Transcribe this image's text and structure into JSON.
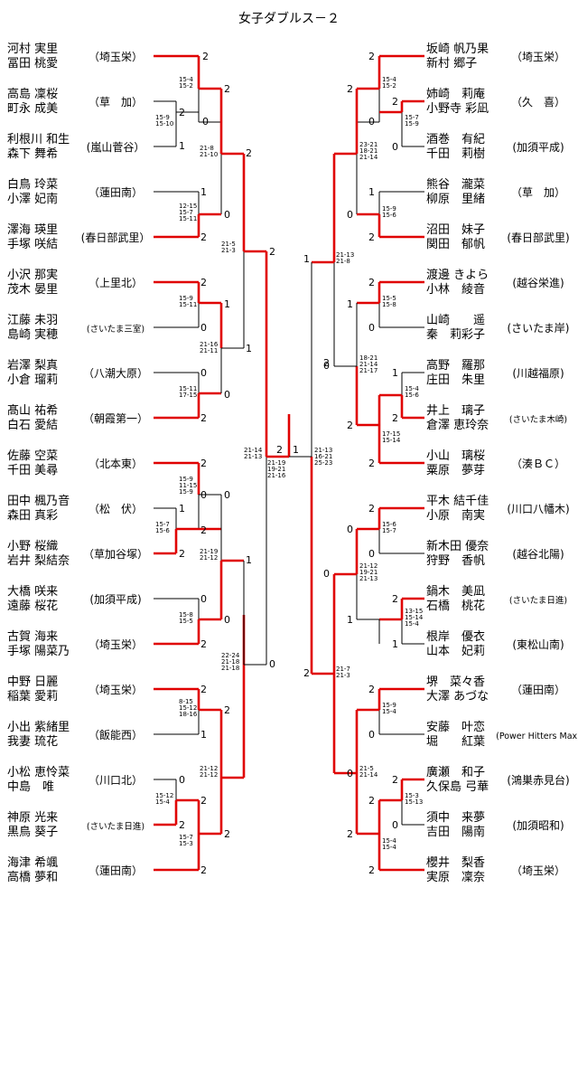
{
  "title": "女子ダブルス－２",
  "left_pairs": [
    {
      "p1": "河村 実里",
      "p2": "冨田 桃愛",
      "school": "（埼玉栄）"
    },
    {
      "p1": "高島 凜桜",
      "p2": "町永 成美",
      "school": "（草　加）"
    },
    {
      "p1": "利根川 和生",
      "p2": "森下 舞希",
      "school": "(嵐山菅谷）"
    },
    {
      "p1": "白鳥 玲菜",
      "p2": "小澤 妃南",
      "school": "（蓮田南）"
    },
    {
      "p1": "澤海 瑛里",
      "p2": "手塚 咲結",
      "school": "(春日部武里）"
    },
    {
      "p1": "小沢 那実",
      "p2": "茂木 晏里",
      "school": "（上里北）"
    },
    {
      "p1": "江藤 未羽",
      "p2": "島崎 実穂",
      "school": "(さいたま三室)"
    },
    {
      "p1": "岩澤 梨真",
      "p2": "小倉 瑠莉",
      "school": "（八潮大原）"
    },
    {
      "p1": "髙山 祐希",
      "p2": "白石 愛結",
      "school": "（朝霞第一）"
    },
    {
      "p1": "佐藤 空菜",
      "p2": "千田 美尋",
      "school": "（北本東）"
    },
    {
      "p1": "田中 楓乃音",
      "p2": "森田 真彩",
      "school": "（松　伏）"
    },
    {
      "p1": "小野 桜織",
      "p2": "岩井 梨結奈",
      "school": "（草加谷塚）"
    },
    {
      "p1": "大橋 咲来",
      "p2": "遠藤 桜花",
      "school": "(加須平成)"
    },
    {
      "p1": "古賀 海来",
      "p2": "手塚 陽菜乃",
      "school": "（埼玉栄）"
    },
    {
      "p1": "中野 日麗",
      "p2": "稲葉 愛莉",
      "school": "（埼玉栄）"
    },
    {
      "p1": "小出 紫緒里",
      "p2": "我妻 琉花",
      "school": "（飯能西）"
    },
    {
      "p1": "小松 恵怜菜",
      "p2": "中島　唯",
      "school": "（川口北）"
    },
    {
      "p1": "神原 光来",
      "p2": "黒鳥 葵子",
      "school": "(さいたま日進)"
    },
    {
      "p1": "海津 希颯",
      "p2": "高橋 夢和",
      "school": "（蓮田南）"
    }
  ],
  "right_pairs": [
    {
      "p1": "坂崎 帆乃果",
      "p2": "新村 郷子",
      "school": "（埼玉栄）"
    },
    {
      "p1": "姉崎　莉庵",
      "p2": "小野寺 彩凪",
      "school": "（久　喜）"
    },
    {
      "p1": "酒巻　有紀",
      "p2": "千田　莉樹",
      "school": "(加須平成)"
    },
    {
      "p1": "熊谷　瀧菜",
      "p2": "柳原　里緒",
      "school": "（草　加）"
    },
    {
      "p1": "沼田　妹子",
      "p2": "関田　郁帆",
      "school": "(春日部武里)"
    },
    {
      "p1": "渡邊 きよら",
      "p2": "小林　綾音",
      "school": "(越谷栄進)"
    },
    {
      "p1": "山崎　　遥",
      "p2": "秦　莉彩子",
      "school": "(さいたま岸)"
    },
    {
      "p1": "高野　羅那",
      "p2": "庄田　朱里",
      "school": "(川越福原)"
    },
    {
      "p1": "井上　璃子",
      "p2": "倉澤 恵玲奈",
      "school": "(さいたま木崎)"
    },
    {
      "p1": "小山　璃桜",
      "p2": "粟原　夢芽",
      "school": "（湊ＢＣ）"
    },
    {
      "p1": "平木 結千佳",
      "p2": "小原　南実",
      "school": "(川口八幡木)"
    },
    {
      "p1": "新木田 優奈",
      "p2": "狩野　香帆",
      "school": "(越谷北陽)"
    },
    {
      "p1": "鍋木　美凪",
      "p2": "石橋　桃花",
      "school": "(さいたま日進)"
    },
    {
      "p1": "根岸　優衣",
      "p2": "山本　妃莉",
      "school": "(東松山南)"
    },
    {
      "p1": "堺　菜々香",
      "p2": "大澤 あづな",
      "school": "（蓮田南）"
    },
    {
      "p1": "安藤　叶恋",
      "p2": "堀　　紅葉",
      "school": "(Power Hitters Max)"
    },
    {
      "p1": "廣瀬　和子",
      "p2": "久保島 弓華",
      "school": "(鴻巣赤見台)"
    },
    {
      "p1": "須中　来夢",
      "p2": "吉田　陽南",
      "school": "(加須昭和)"
    },
    {
      "p1": "櫻井　梨香",
      "p2": "実原　凜奈",
      "school": "（埼玉栄）"
    }
  ],
  "games": [
    {
      "id": "L1a",
      "ta": "2",
      "tb": "0",
      "scores": [
        "15-4",
        "15-2"
      ]
    },
    {
      "id": "L1b",
      "ta": "1",
      "tb": "2",
      "scores": [
        "15-9",
        "15-10"
      ]
    },
    {
      "id": "L1c",
      "ta": "2",
      "tb": "0",
      "scores": [
        "21-8",
        "21-10"
      ]
    },
    {
      "id": "L2a",
      "ta": "1",
      "tb": "2",
      "scores": [
        "12-15",
        "15-7",
        "15-11"
      ]
    },
    {
      "id": "L3",
      "ta": "2",
      "tb": "1",
      "scores": [
        "21-5",
        "21-3"
      ]
    },
    {
      "id": "L4a",
      "ta": "2",
      "tb": "0",
      "scores": [
        "15-9",
        "15-11"
      ]
    },
    {
      "id": "L4b",
      "ta": "0",
      "tb": "2",
      "scores": [
        "15-11",
        "17-15"
      ]
    },
    {
      "id": "L4c",
      "ta": "1",
      "tb": "0",
      "scores": [
        "21-16",
        "21-11"
      ]
    },
    {
      "id": "LF",
      "ta": "2",
      "tb": "0",
      "scores": [
        "21-14",
        "21-13"
      ]
    },
    {
      "id": "L5a",
      "ta": "2",
      "tb": "0",
      "scores": [
        "15-9",
        "11-15",
        "15-9"
      ]
    },
    {
      "id": "L5b",
      "ta": "1",
      "tb": "2",
      "scores": [
        "15-7",
        "15-6"
      ]
    },
    {
      "id": "L5c",
      "ta": "0",
      "tb": "2",
      "scores": [
        "21-19",
        "21-12"
      ]
    },
    {
      "id": "L6a",
      "ta": "0",
      "tb": "2",
      "scores": [
        "15-8",
        "15-5"
      ]
    },
    {
      "id": "L7",
      "ta": "1",
      "tb": "0",
      "scores": [
        "22-24",
        "21-18",
        "21-18"
      ]
    },
    {
      "id": "L8a",
      "ta": "2",
      "tb": "1",
      "scores": [
        "8-15",
        "15-12",
        "18-16"
      ]
    },
    {
      "id": "L8b",
      "ta": "0",
      "tb": "2",
      "scores": [
        "15-12",
        "15-4"
      ]
    },
    {
      "id": "L8c",
      "ta": "2",
      "tb": "2",
      "scores": [
        "15-7",
        "15-3"
      ]
    },
    {
      "id": "L8d",
      "ta": "2",
      "tb": "2",
      "scores": [
        "21-12",
        "21-12"
      ]
    },
    {
      "id": "R1a",
      "ta": "2",
      "tb": "0",
      "scores": [
        "15-4",
        "15-2"
      ]
    },
    {
      "id": "R1b",
      "ta": "2",
      "tb": "0",
      "scores": [
        "15-7",
        "15-9"
      ]
    },
    {
      "id": "R1c",
      "ta": "2",
      "tb": "0",
      "scores": [
        "23-21",
        "18-21",
        "21-14"
      ]
    },
    {
      "id": "R2a",
      "ta": "1",
      "tb": "2",
      "scores": [
        "15-9",
        "15-6"
      ]
    },
    {
      "id": "R3",
      "ta": "1",
      "tb": "2",
      "scores": [
        "21-13",
        "21-8"
      ]
    },
    {
      "id": "R4a",
      "ta": "2",
      "tb": "0",
      "scores": [
        "15-5",
        "15-8"
      ]
    },
    {
      "id": "R4b",
      "ta": "1",
      "tb": "2",
      "scores": [
        "15-4",
        "15-6"
      ]
    },
    {
      "id": "R4c",
      "ta": "1",
      "tb": "2",
      "scores": [
        "17-15",
        "15-14"
      ]
    },
    {
      "id": "R4d",
      "ta": "0",
      "tb": "2",
      "scores": [
        "18-21",
        "21-14",
        "21-17"
      ]
    },
    {
      "id": "RF",
      "ta": "1",
      "tb": "2",
      "scores": [
        "21-13",
        "16-21",
        "25-23"
      ]
    },
    {
      "id": "R5a",
      "ta": "2",
      "tb": "0",
      "scores": [
        "15-6",
        "15-7"
      ]
    },
    {
      "id": "R5b",
      "ta": "2",
      "tb": "1",
      "scores": [
        "13-15",
        "15-14",
        "15-4"
      ]
    },
    {
      "id": "R5c",
      "ta": "0",
      "tb": "1",
      "scores": [
        "21-12",
        "19-21",
        "21-13"
      ]
    },
    {
      "id": "R6a",
      "ta": "2",
      "tb": "0",
      "scores": [
        "15-9",
        "15-4"
      ]
    },
    {
      "id": "R7",
      "ta": "0",
      "tb": "2",
      "scores": [
        "21-7",
        "21-3"
      ]
    },
    {
      "id": "R8a",
      "ta": "2",
      "tb": "0",
      "scores": [
        "15-3",
        "15-13"
      ]
    },
    {
      "id": "R8b",
      "ta": "0",
      "tb": "2",
      "scores": [
        "15-4",
        "15-4"
      ]
    },
    {
      "id": "R8c",
      "ta": "2",
      "tb": "2",
      "scores": [
        "21-5",
        "21-14"
      ]
    },
    {
      "id": "SF",
      "ta": "2",
      "tb": "1",
      "scores": [
        "21-19",
        "19-21",
        "21-16"
      ]
    }
  ],
  "colors": {
    "win": "#e00000",
    "loss": "#000000"
  }
}
